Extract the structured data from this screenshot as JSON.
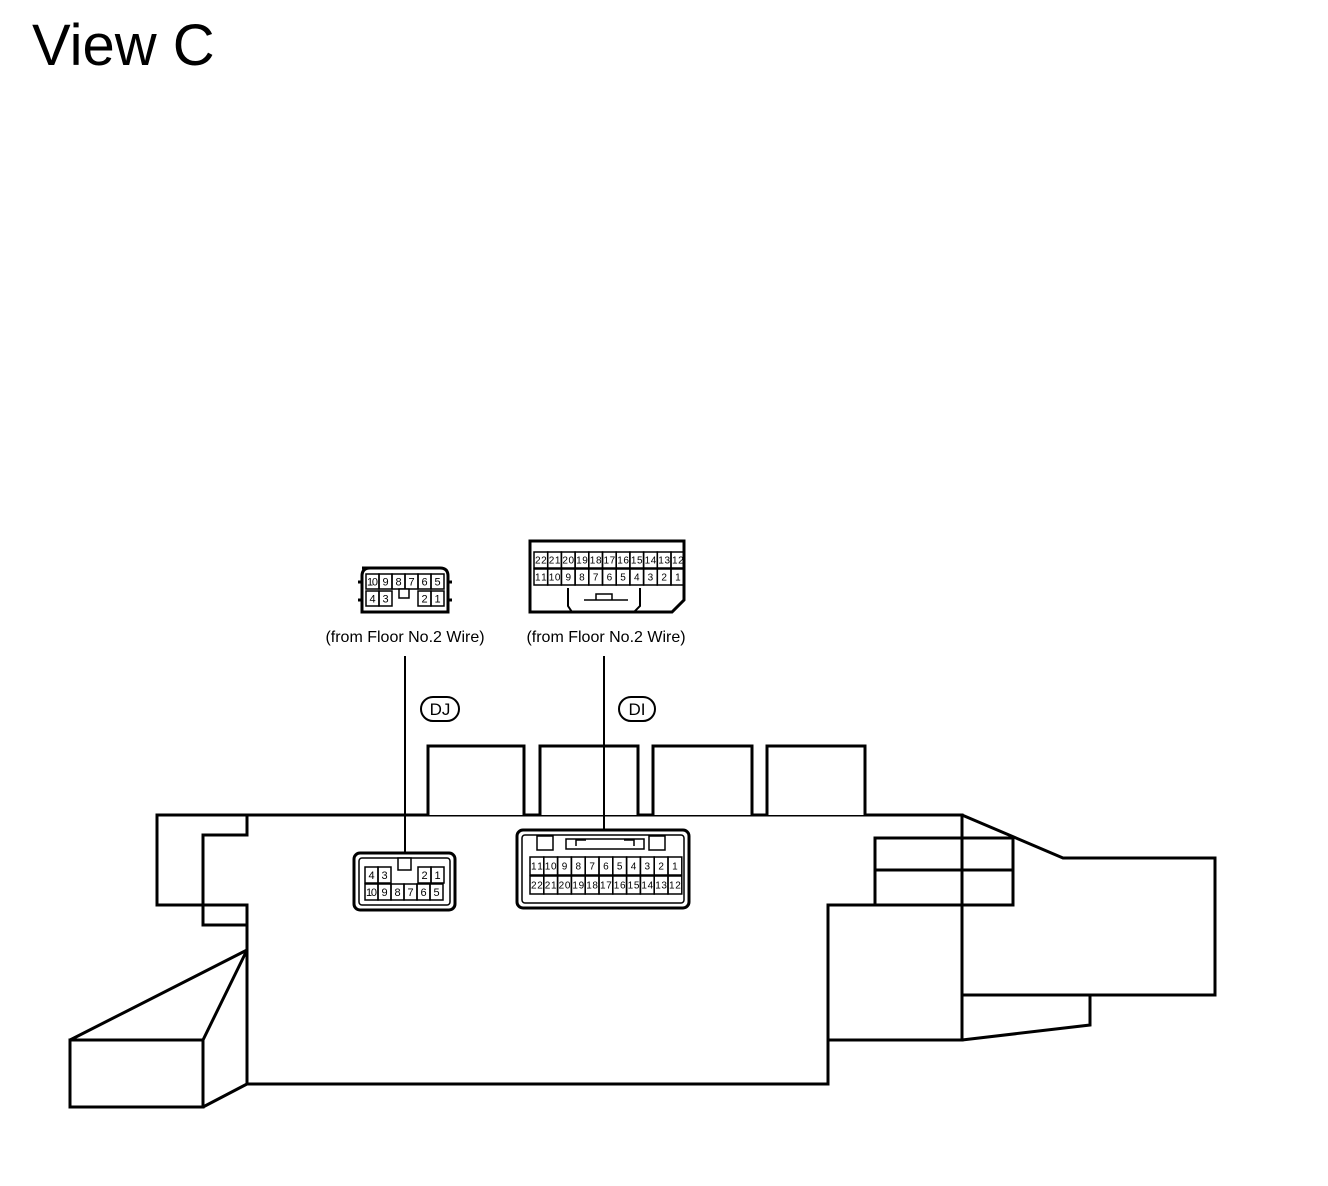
{
  "title": "View C",
  "connectors": {
    "dj": {
      "code": "DJ",
      "label": "(from Floor No.2 Wire)",
      "face_top": [
        "10",
        "9",
        "8",
        "7",
        "6",
        "5"
      ],
      "face_bottom_left": [
        "4",
        "3"
      ],
      "face_bottom_right": [
        "2",
        "1"
      ],
      "mount_top_left": [
        "4",
        "3"
      ],
      "mount_top_right": [
        "2",
        "1"
      ],
      "mount_bottom": [
        "10",
        "9",
        "8",
        "7",
        "6",
        "5"
      ]
    },
    "di": {
      "code": "DI",
      "label": "(from Floor No.2 Wire)",
      "face_top": [
        "22",
        "21",
        "20",
        "19",
        "18",
        "17",
        "16",
        "15",
        "14",
        "13",
        "12"
      ],
      "face_bottom": [
        "11",
        "10",
        "9",
        "8",
        "7",
        "6",
        "5",
        "4",
        "3",
        "2",
        "1"
      ],
      "mount_top": [
        "11",
        "10",
        "9",
        "8",
        "7",
        "6",
        "5",
        "4",
        "3",
        "2",
        "1"
      ],
      "mount_bottom": [
        "22",
        "21",
        "20",
        "19",
        "18",
        "17",
        "16",
        "15",
        "14",
        "13",
        "12"
      ]
    }
  }
}
